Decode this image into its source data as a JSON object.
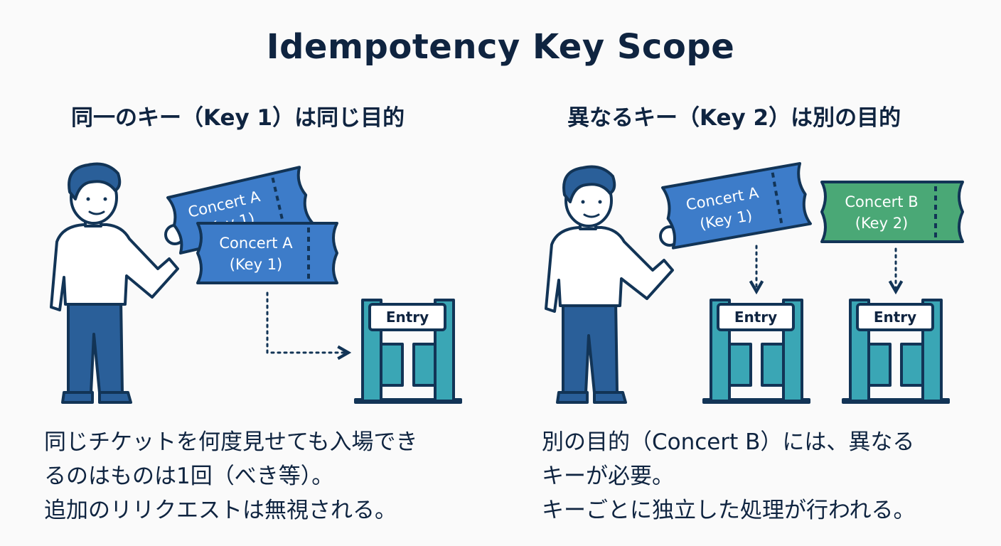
{
  "title": "Idempotency Key Scope",
  "left": {
    "subtitle": "同一のキー（Key 1）は同じ目的",
    "tickets": [
      {
        "line1": "Concert A",
        "line2": "(Key 1)",
        "color": "#3d7cc9"
      },
      {
        "line1": "Concert A",
        "line2": "(Key 1)",
        "color": "#3d7cc9"
      }
    ],
    "gate_label": "Entry",
    "caption": [
      "同じチケットを何度見せても入場でき",
      "るのはものは1回（べき等）。",
      "追加のリリクエストは無視される。"
    ]
  },
  "right": {
    "subtitle": "異なるキー（Key 2）は別の目的",
    "tickets": [
      {
        "line1": "Concert A",
        "line2": "(Key 1)",
        "color": "#3d7cc9"
      },
      {
        "line1": "Concert B",
        "line2": "(Key 2)",
        "color": "#4aa876"
      }
    ],
    "gate_labels": [
      "Entry",
      "Entry"
    ],
    "caption": [
      "別の目的（Concert B）には、異なる",
      "キーが必要。",
      "キーごとに独立した処理が行われる。"
    ]
  },
  "colors": {
    "outline": "#123456",
    "ticket_blue": "#3d7cc9",
    "ticket_green": "#4aa876",
    "gate_teal": "#3aa6b5",
    "pants": "#2a5f99",
    "skin": "#ffffff",
    "hair": "#2a5f99"
  }
}
